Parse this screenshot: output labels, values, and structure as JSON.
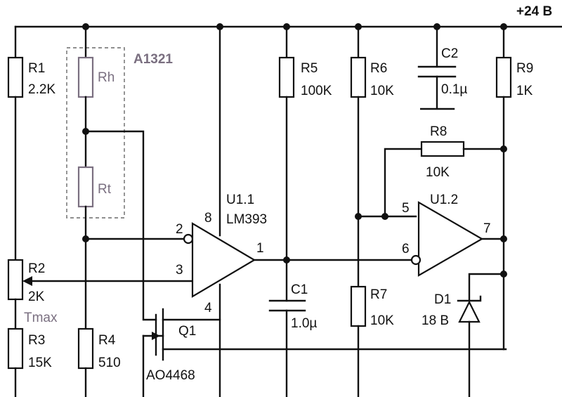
{
  "supply": {
    "label": "+24 B"
  },
  "sensor": {
    "name": "A1321",
    "rh": "Rh",
    "rt": "Rt"
  },
  "resistors": [
    {
      "ref": "R1",
      "value": "2.2K"
    },
    {
      "ref": "R2",
      "value": "2K",
      "note": "Tmax"
    },
    {
      "ref": "R3",
      "value": "15K"
    },
    {
      "ref": "R4",
      "value": "510"
    },
    {
      "ref": "R5",
      "value": "100K"
    },
    {
      "ref": "R6",
      "value": "10K"
    },
    {
      "ref": "R7",
      "value": "10K"
    },
    {
      "ref": "R8",
      "value": "10K"
    },
    {
      "ref": "R9",
      "value": "1K"
    }
  ],
  "capacitors": [
    {
      "ref": "C1",
      "value": "1.0µ"
    },
    {
      "ref": "C2",
      "value": "0.1µ"
    }
  ],
  "comparators": {
    "u1_1": {
      "ref": "U1.1",
      "part": "LM393",
      "pins": [
        "2",
        "3",
        "8",
        "4",
        "1"
      ]
    },
    "u1_2": {
      "ref": "U1.2",
      "pins": [
        "5",
        "6",
        "7"
      ]
    }
  },
  "transistor": {
    "ref": "Q1",
    "part": "AO4468"
  },
  "diode": {
    "ref": "D1",
    "value": "18 B"
  },
  "colors": {
    "wire": "#111111",
    "sensor": "#7a6f80",
    "box": "#6a6a6a"
  }
}
